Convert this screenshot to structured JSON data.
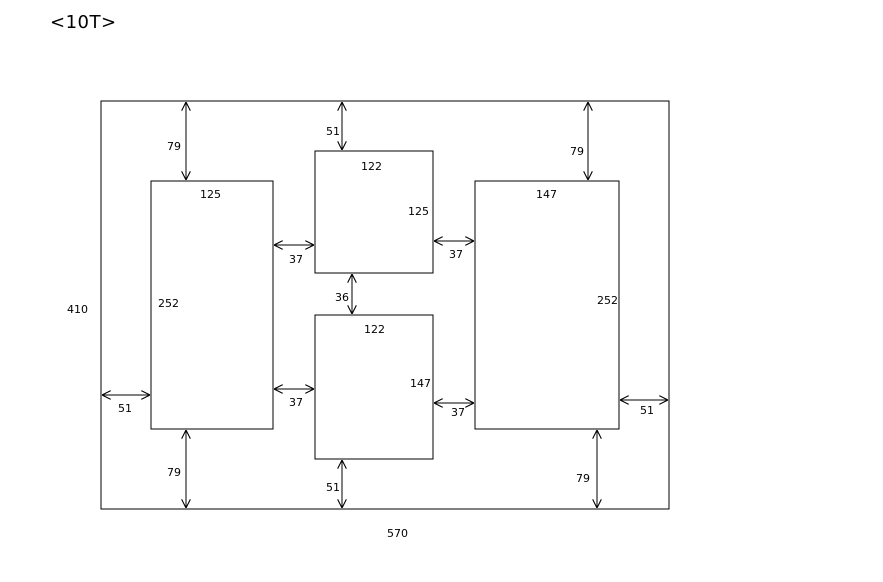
{
  "title": "<10T>",
  "outer": {
    "width_label": "570",
    "height_label": "410"
  },
  "boxes": {
    "left": {
      "width_label": "125",
      "height_label": "252"
    },
    "top_middle": {
      "width_label": "122",
      "height_label": "125"
    },
    "bottom_middle": {
      "width_label": "122",
      "height_label": "147"
    },
    "right": {
      "width_label": "147",
      "height_label": "252"
    }
  },
  "gaps": {
    "left_top": "79",
    "left_bottom": "79",
    "left_side": "51",
    "left_to_top_middle": "37",
    "left_to_bottom_middle": "37",
    "middle_top": "51",
    "middle_between": "36",
    "middle_bottom": "51",
    "top_middle_to_right": "37",
    "bottom_middle_to_right": "37",
    "right_top": "79",
    "right_bottom": "79",
    "right_side": "51"
  }
}
